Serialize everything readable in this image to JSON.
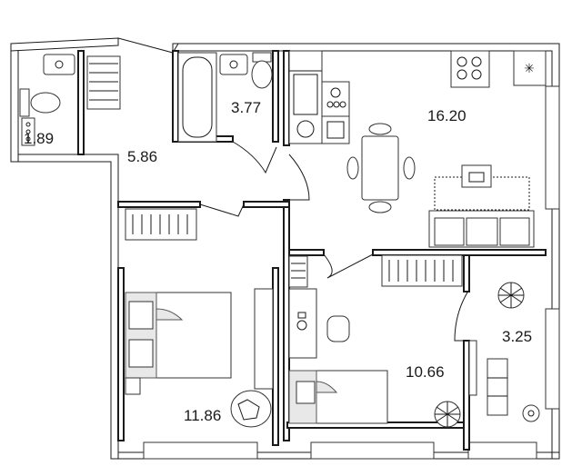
{
  "rooms": [
    {
      "id": "wc",
      "area": "1.89"
    },
    {
      "id": "hall",
      "area": "5.86"
    },
    {
      "id": "bath",
      "area": "3.77"
    },
    {
      "id": "kitchen-living",
      "area": "16.20"
    },
    {
      "id": "balcony",
      "area": "3.25"
    },
    {
      "id": "bedroom-2",
      "area": "10.66"
    },
    {
      "id": "bedroom-1",
      "area": "11.86"
    }
  ],
  "icons": {
    "hood": "✳"
  }
}
